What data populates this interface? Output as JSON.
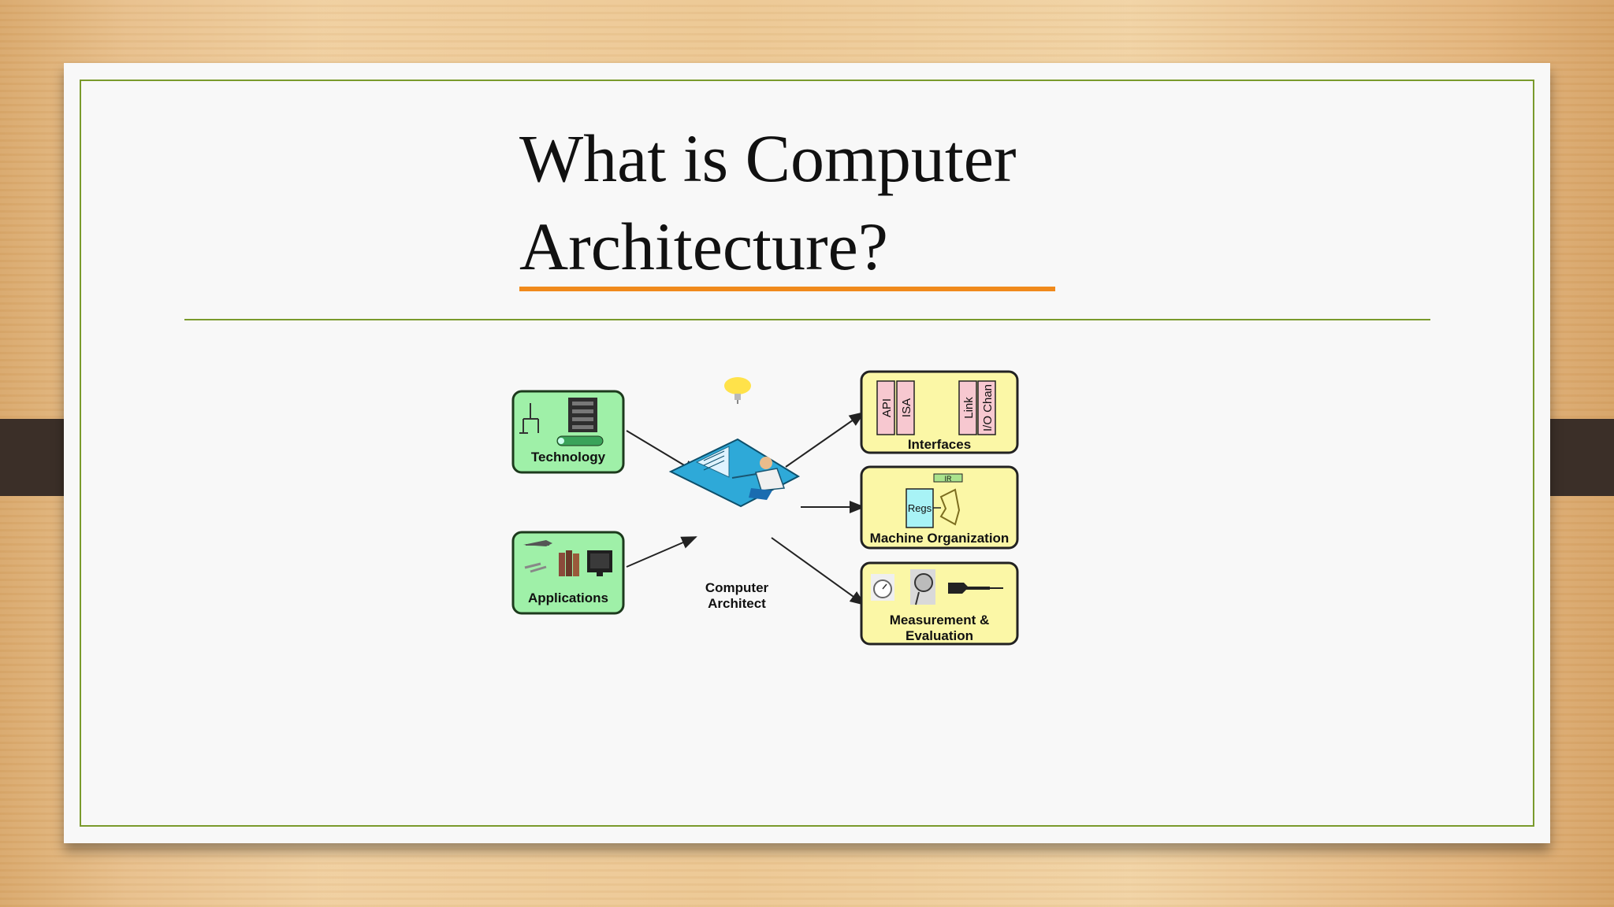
{
  "slide": {
    "title_line1": "What is Computer",
    "title_line2": "Architecture?"
  },
  "diagram": {
    "technology_label": "Technology",
    "applications_label": "Applications",
    "architect_line1": "Computer",
    "architect_line2": "Architect",
    "interfaces_label": "Interfaces",
    "interfaces_tags": [
      "API",
      "ISA",
      "Link",
      "I/O Chan"
    ],
    "machine_org_label": "Machine Organization",
    "regs_label": "Regs",
    "ir_label": "IR",
    "measurement_line1": "Measurement &",
    "measurement_line2": "Evaluation"
  },
  "colors": {
    "accent_green": "#7a9a2c",
    "title_underline": "#f08a1c",
    "left_box_fill": "#9ff0a8",
    "right_box_fill": "#fbf7a6",
    "interface_tag_fill": "#f7c8d0",
    "regs_fill": "#a8f3f6"
  }
}
